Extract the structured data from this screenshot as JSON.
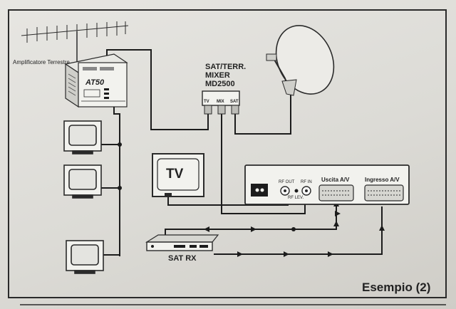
{
  "labels": {
    "amplifier": "Amplificatore Terrestre",
    "amplifier_model": "AT50",
    "mixer_line1": "SAT/TERR.",
    "mixer_line2": "MIXER",
    "mixer_line3": "MD2500",
    "mixer_port_tv": "TV",
    "mixer_port_mix": "MIX",
    "mixer_port_sat": "SAT",
    "tv": "TV",
    "rf_out": "RF OUT",
    "rf_in": "RF IN",
    "rf_lev": "RF LEV.",
    "uscita": "Uscita A/V",
    "ingresso": "Ingresso A/V",
    "sat_rx": "SAT RX",
    "example": "Esempio (2)"
  },
  "colors": {
    "paper": "#e3e2de",
    "ink": "#1c1c1c",
    "frame": "#2a2a2a"
  }
}
